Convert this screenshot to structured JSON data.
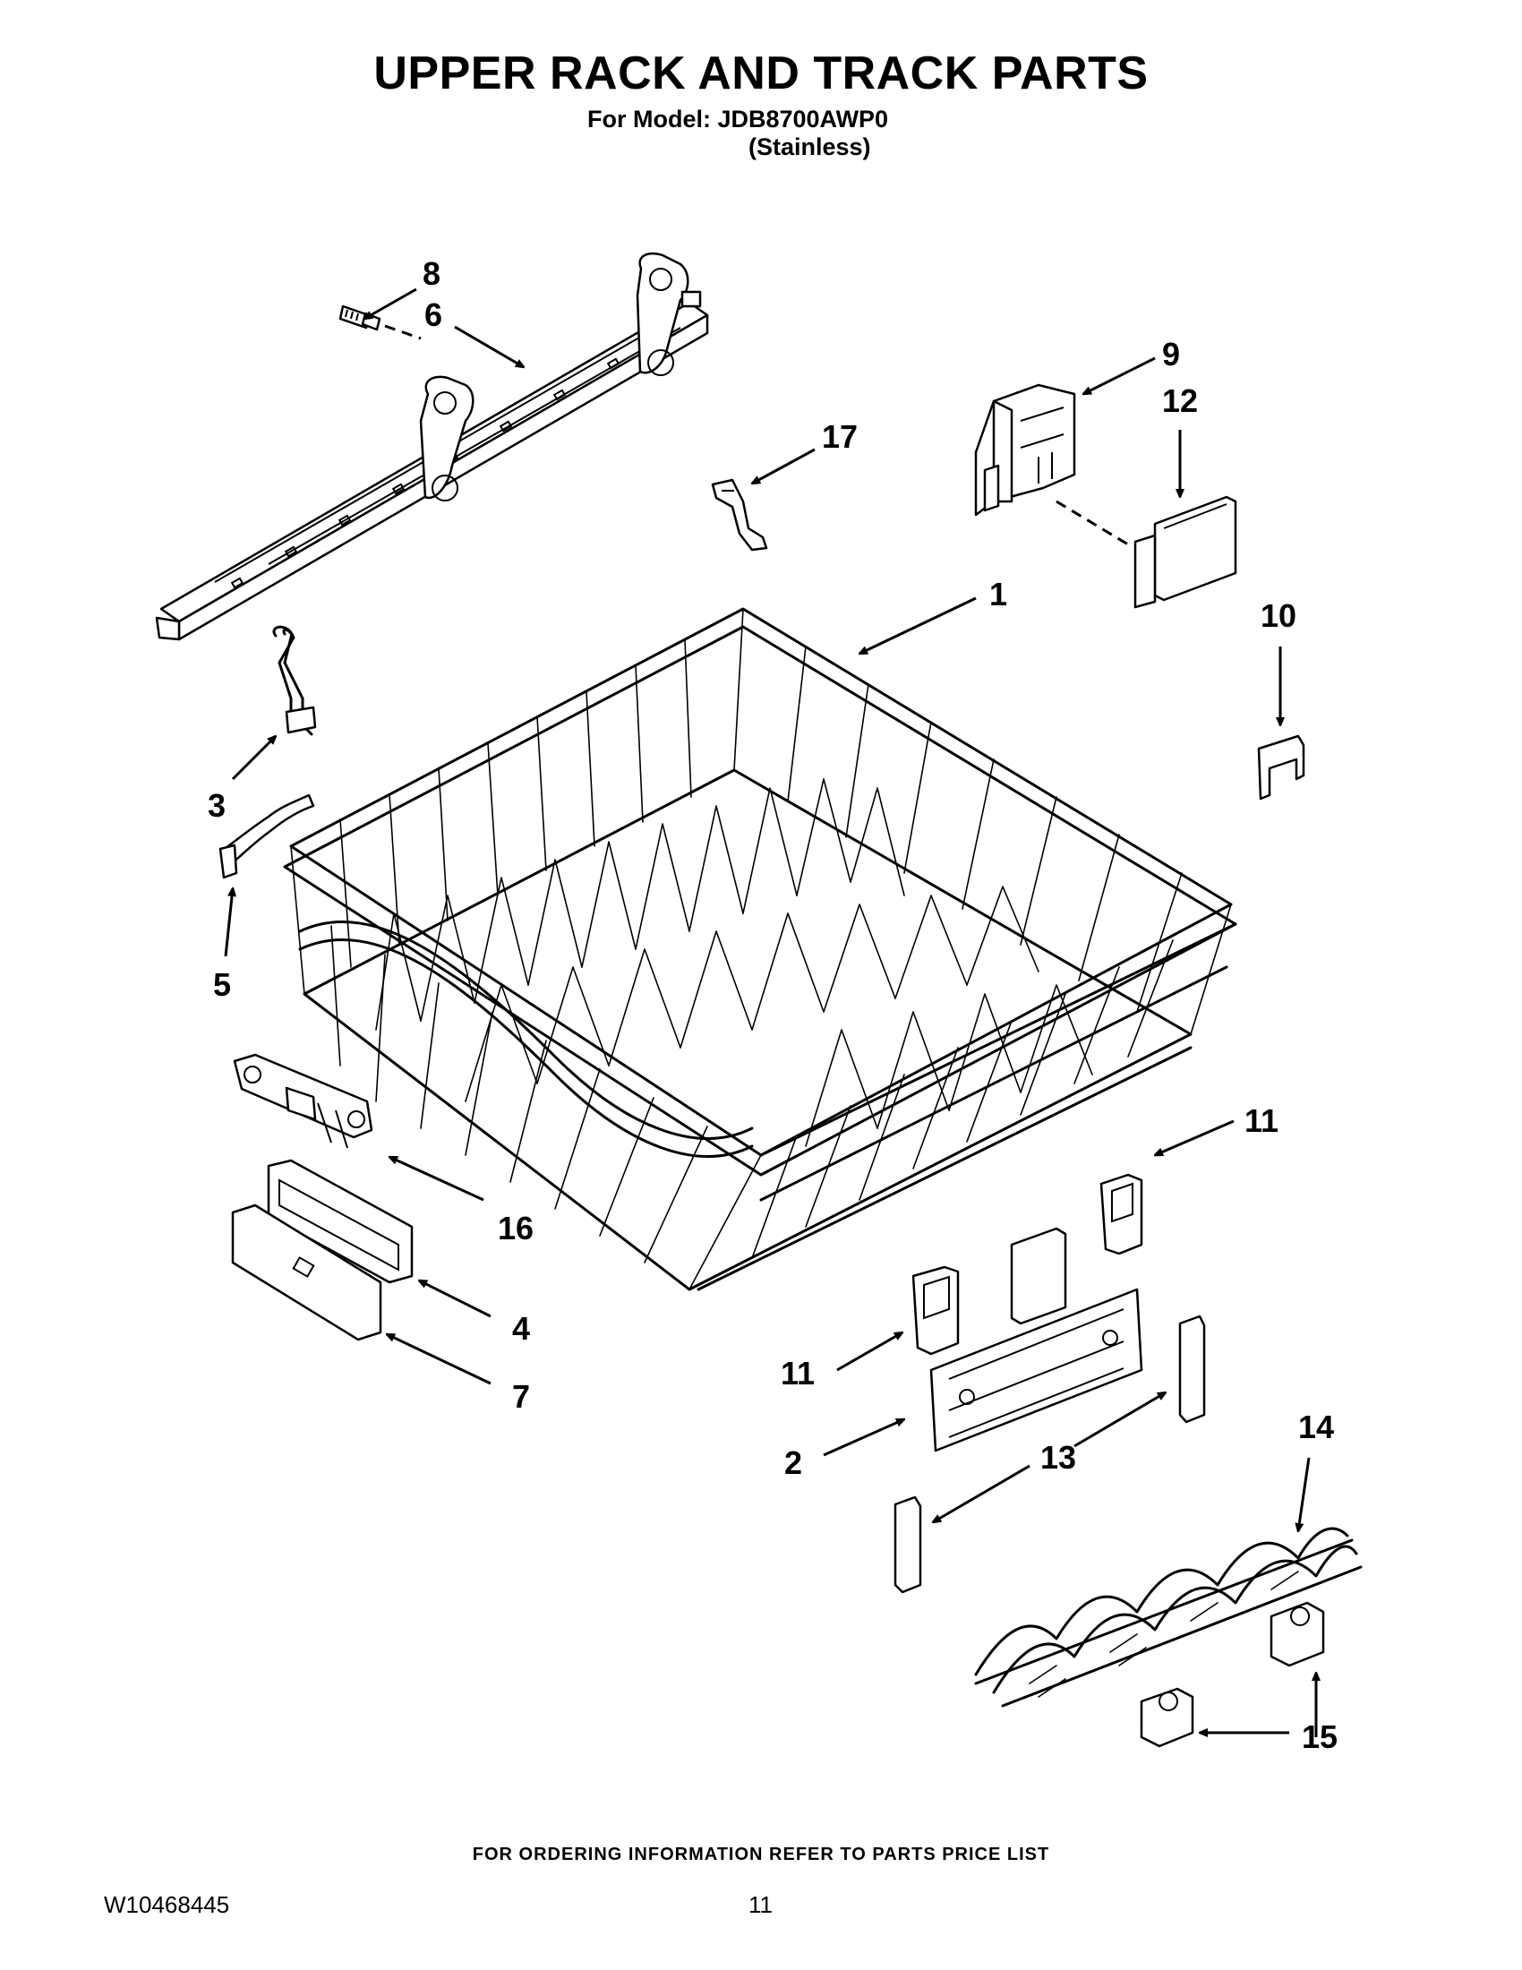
{
  "header": {
    "title": "UPPER RACK AND TRACK PARTS",
    "model_line": "For Model: JDB8700AWP0",
    "finish_line": "(Stainless)"
  },
  "callouts": {
    "c1": "1",
    "c2": "2",
    "c3": "3",
    "c4": "4",
    "c5": "5",
    "c6": "6",
    "c7": "7",
    "c8": "8",
    "c9": "9",
    "c10": "10",
    "c11a": "11",
    "c11b": "11",
    "c12": "12",
    "c13": "13",
    "c14": "14",
    "c15": "15",
    "c16": "16",
    "c17": "17"
  },
  "footer": {
    "ordering_note": "FOR ORDERING INFORMATION REFER TO PARTS PRICE LIST",
    "document_number": "W10468445",
    "page_number": "11"
  }
}
